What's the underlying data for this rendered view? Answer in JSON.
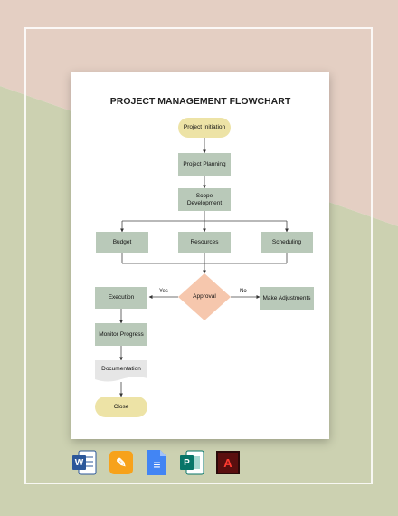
{
  "title": "PROJECT MANAGEMENT FLOWCHART",
  "nodes": {
    "initiation": "Project Initiation",
    "planning": "Project Planning",
    "scope": "Scope Development",
    "budget": "Budget",
    "resources": "Resources",
    "scheduling": "Scheduling",
    "approval": "Approval",
    "execution": "Execution",
    "adjustments": "Make Adjustments",
    "monitor": "Monitor Progress",
    "documentation": "Documentation",
    "close": "Close"
  },
  "edges": {
    "yes": "Yes",
    "no": "No"
  },
  "colors": {
    "bg_pink": "#e4cfc3",
    "bg_green": "#ccd1b1",
    "process": "#b9c9b9",
    "terminal": "#ede3a6",
    "decision": "#f6c7ad",
    "document": "#e6e6e6"
  },
  "apps": [
    {
      "name": "word-icon",
      "glyph": "W"
    },
    {
      "name": "pages-icon",
      "glyph": "✎"
    },
    {
      "name": "google-docs-icon",
      "glyph": "≡"
    },
    {
      "name": "publisher-icon",
      "glyph": "P"
    },
    {
      "name": "pdf-icon",
      "glyph": "A"
    }
  ]
}
